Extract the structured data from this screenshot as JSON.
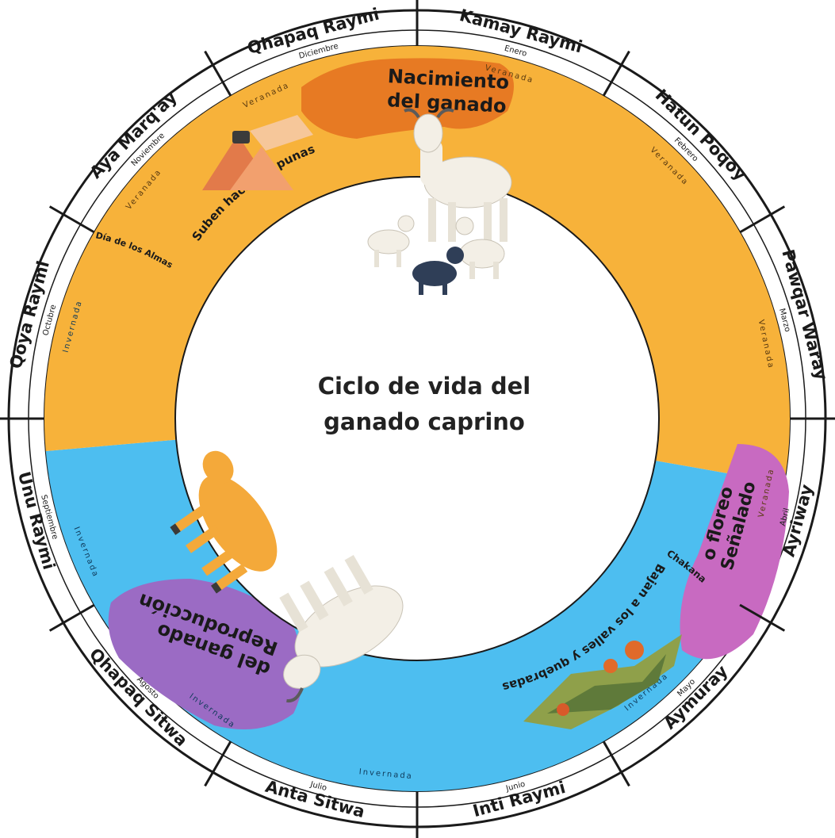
{
  "title": [
    "Ciclo de vida del",
    "ganado caprino"
  ],
  "months": [
    {
      "name": "Kamay Raymi",
      "sub": "Enero"
    },
    {
      "name": "Hatun Poqoy",
      "sub": "Febrero"
    },
    {
      "name": "Pawqar Waray",
      "sub": "Marzo"
    },
    {
      "name": "Ayriway",
      "sub": "Abril"
    },
    {
      "name": "Aymuray",
      "sub": "Mayo"
    },
    {
      "name": "Inti Raymi",
      "sub": "Junio"
    },
    {
      "name": "Anta Sitwa",
      "sub": "Julio"
    },
    {
      "name": "Qhapaq Sitwa",
      "sub": "Agosto"
    },
    {
      "name": "Unu Raymi",
      "sub": "Septiembre"
    },
    {
      "name": "Qoya Raymi",
      "sub": "Octubre"
    },
    {
      "name": "Aya Marq'ay",
      "sub": "Noviembre"
    },
    {
      "name": "Qhapaq Raymi",
      "sub": "Diciembre"
    }
  ],
  "seasons": {
    "summer": "Veranada",
    "winter": "Invernada"
  },
  "events": {
    "birth": [
      "Nacimiento",
      "del ganado"
    ],
    "up": "Suben hacia las punas",
    "souls": "Día de los Almas",
    "marking": [
      "Señalado",
      "o floreo"
    ],
    "chakana": "Chakana",
    "down": "Bajan a los valles y quebradas",
    "repro": [
      "Reproducción",
      "del ganado"
    ]
  },
  "colors": {
    "summer": "#f7b23a",
    "winter": "#4dbef0",
    "birth": "#e77a23",
    "marking": "#c86ac1",
    "repro": "#9b6bc4",
    "ring": "#1a1a1a"
  },
  "icons": [
    "goat-family-icon",
    "goat-orange-icon",
    "goat-white-icon",
    "mountain-icon",
    "valley-icon"
  ]
}
